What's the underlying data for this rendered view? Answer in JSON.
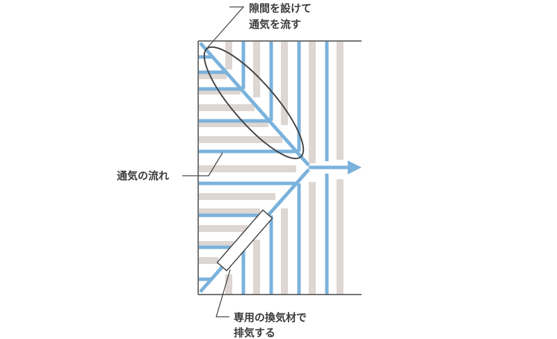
{
  "colors": {
    "background": "#ffffff",
    "stripe": "#ddd6d2",
    "flow": "#7ab2dc",
    "outline": "#444444",
    "text": "#3a3a3a"
  },
  "icons": {
    "flow_arrow": "arrow-right-icon",
    "gap_marker": "ellipse-highlight",
    "vent_part": "rectangle-marker"
  },
  "labels": {
    "gap_line1": "隙間を設けて",
    "gap_line2": "通気を流す",
    "flow": "通気の流れ",
    "vent_line1": "専用の換気材で",
    "vent_line2": "排気する"
  }
}
